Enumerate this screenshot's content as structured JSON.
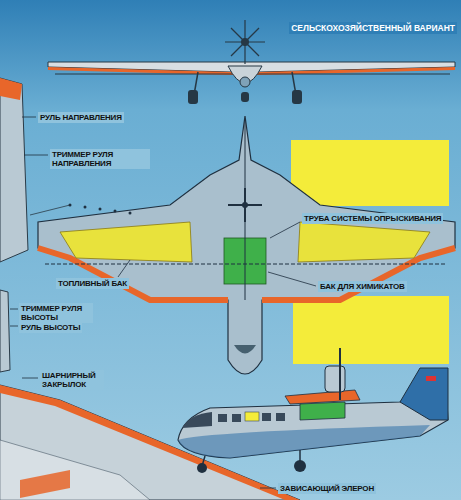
{
  "diagram": {
    "title": "СЕЛЬСКОХОЗЯЙСТВЕННЫЙ ВАРИАНТ",
    "labels": [
      "РУЛЬ НАПРАВЛЕНИЯ",
      "ТРИММЕР РУЛЯ НАПРАВЛЕНИЯ",
      "ТРУБА СИСТЕМЫ ОПРЫСКИВАНИЯ",
      "ТОПЛИВНЫЙ БАК",
      "БАК ДЛЯ ХИМИКАТОВ",
      "ТРИММЕР РУЛЯ ВЫСОТЫ",
      "РУЛЬ ВЫСОТЫ",
      "ШАРНИРНЫЙ ЗАКРЫЛОК",
      "ЗАВИСАЮЩИЙ ЭЛЕРОН"
    ]
  }
}
